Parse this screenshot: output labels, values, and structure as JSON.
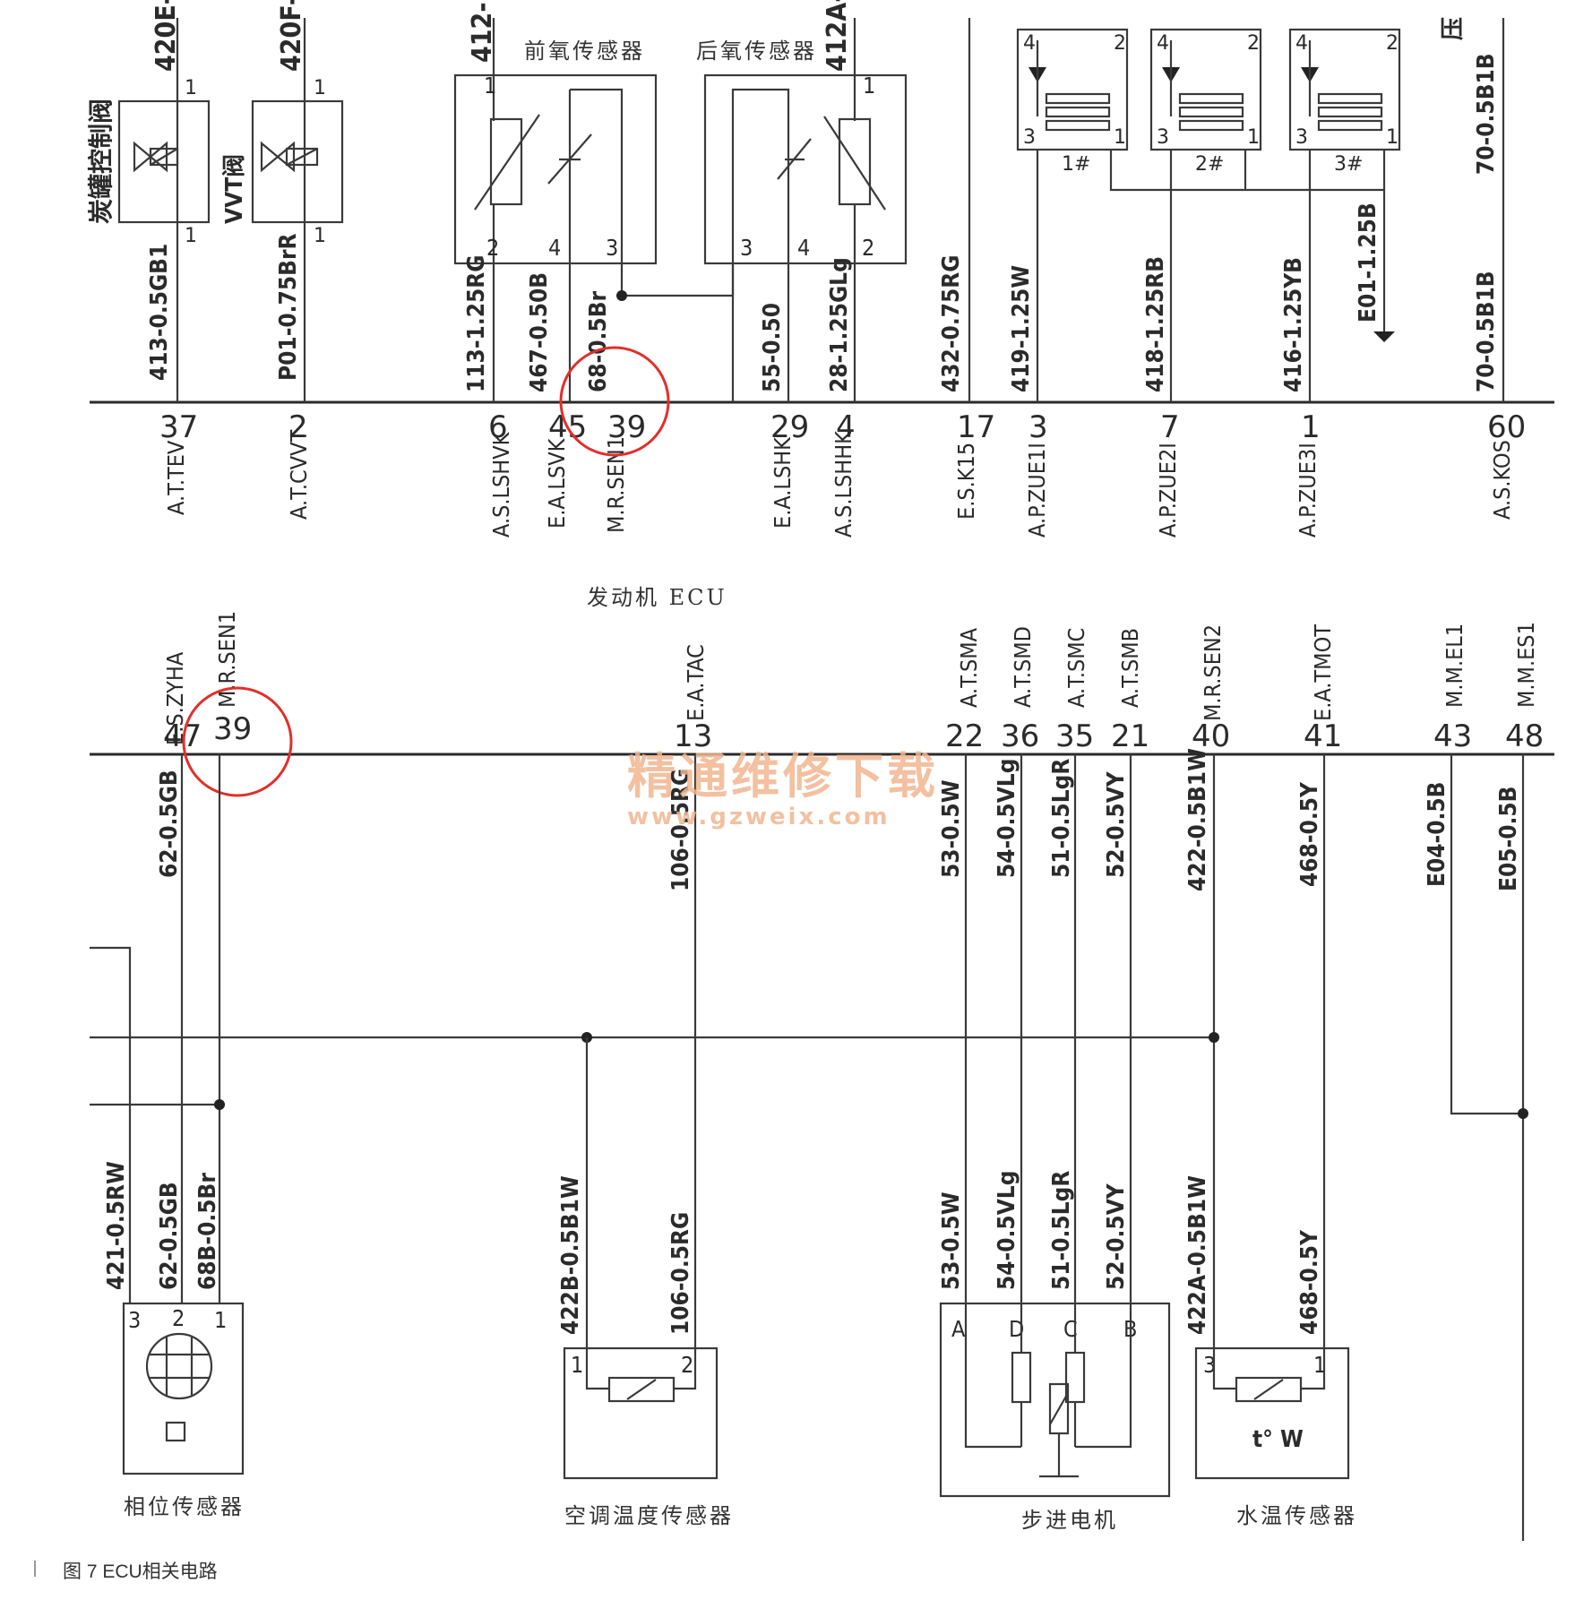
{
  "ecu_title": "发动机 ECU",
  "figure_caption": "图 7   ECU相关电路",
  "watermark": {
    "cn": "精通维修下载",
    "url": "www.gzweix.com"
  },
  "top_components": {
    "canister_valve": "炭罐控制阀",
    "vvt_valve": "VVT阀",
    "front_o2": "前氧传感器",
    "rear_o2": "后氧传感器",
    "coil1": "1#",
    "coil2": "2#",
    "coil3": "3#",
    "misc_right": "压"
  },
  "top_wire_stubs": {
    "w420E": "420E-",
    "w420F": "420F-",
    "w412": "412-",
    "w412A": "412A-"
  },
  "top_wires": [
    "413-0.5GB1",
    "P01-0.75BrR",
    "113-1.25RG",
    "467-0.50B",
    "68-0.5Br",
    "55-0.50",
    "28-1.25GLg",
    "432-0.75RG",
    "419-1.25W",
    "418-1.25RB",
    "416-1.25YB",
    "E01-1.25B",
    "70-0.5B1B",
    "70-0.5B1B"
  ],
  "top_pins": [
    {
      "pin": "37",
      "sig": "A.T.TEV"
    },
    {
      "pin": "2",
      "sig": "A.T.CVVT"
    },
    {
      "pin": "6",
      "sig": "A.S.LSHVK"
    },
    {
      "pin": "45",
      "sig": "E.A.LSVK"
    },
    {
      "pin": "39",
      "sig": "M.R.SEN1"
    },
    {
      "pin": "29",
      "sig": "E.A.LSHK"
    },
    {
      "pin": "4",
      "sig": "A.S.LSHHK"
    },
    {
      "pin": "17",
      "sig": "E.S.K15"
    },
    {
      "pin": "3",
      "sig": "A.P.ZUE1I"
    },
    {
      "pin": "7",
      "sig": "A.P.ZUE2I"
    },
    {
      "pin": "1",
      "sig": "A.P.ZUE3I"
    },
    {
      "pin": "60",
      "sig": "A.S.KOS"
    }
  ],
  "bottom_pins": [
    {
      "pin": "47",
      "sig": "E.S.ZYHA"
    },
    {
      "pin": "39",
      "sig": "M.R.SEN1"
    },
    {
      "pin": "13",
      "sig": "E.A.TAC"
    },
    {
      "pin": "22",
      "sig": "A.T.SMA"
    },
    {
      "pin": "36",
      "sig": "A.T.SMD"
    },
    {
      "pin": "35",
      "sig": "A.T.SMC"
    },
    {
      "pin": "21",
      "sig": "A.T.SMB"
    },
    {
      "pin": "40",
      "sig": "M.R.SEN2"
    },
    {
      "pin": "41",
      "sig": "E.A.TMOT"
    },
    {
      "pin": "43",
      "sig": "M.M.EL1"
    },
    {
      "pin": "48",
      "sig": "M.M.ES1"
    }
  ],
  "bottom_upper_wires": [
    "62-0.5GB",
    "106-0.5RG",
    "53-0.5W",
    "54-0.5VLg",
    "51-0.5LgR",
    "52-0.5VY",
    "422-0.5B1W",
    "468-0.5Y",
    "E04-0.5B",
    "E05-0.5B"
  ],
  "bottom_lower_wires": [
    "421-0.5RW",
    "62-0.5GB",
    "68B-0.5Br",
    "422B-0.5B1W",
    "106-0.5RG",
    "53-0.5W",
    "54-0.5VLg",
    "51-0.5LgR",
    "52-0.5VY",
    "422A-0.5B1W",
    "468-0.5Y"
  ],
  "bottom_components": {
    "phase_sensor": "相位传感器",
    "ac_temp_sensor": "空调温度传感器",
    "stepper_motor": "步进电机",
    "water_temp_sensor": "水温传感器",
    "water_temp_mark": "t° W"
  },
  "connector_pins": {
    "phase": [
      "3",
      "2",
      "1"
    ],
    "ac": [
      "1",
      "2"
    ],
    "stepper": [
      "A",
      "D",
      "C",
      "B"
    ],
    "water": [
      "3",
      "1"
    ],
    "o2_front": [
      "1",
      "2",
      "4",
      "3"
    ],
    "o2_rear": [
      "1",
      "3",
      "4",
      "2"
    ],
    "coil": [
      "4",
      "2",
      "3",
      "1"
    ],
    "valve": [
      "1",
      "1"
    ]
  }
}
